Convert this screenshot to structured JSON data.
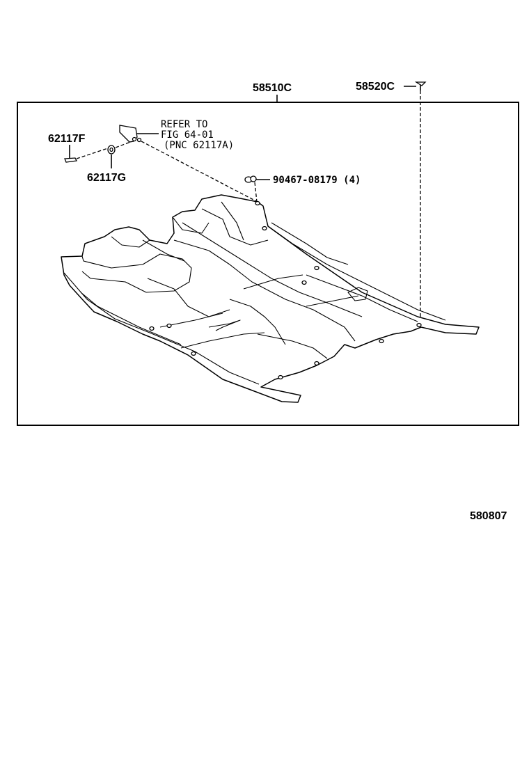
{
  "diagram": {
    "part_numbers": {
      "carpet_assy": "58510C",
      "clip": "58520C",
      "bracket": "62117F",
      "grommet": "62117G",
      "nut": "90467-08179 (4)"
    },
    "reference_note": {
      "line1": "REFER TO",
      "line2": "FIG 64-01",
      "line3": "(PNC 62117A)"
    },
    "figure_id": "580807"
  }
}
